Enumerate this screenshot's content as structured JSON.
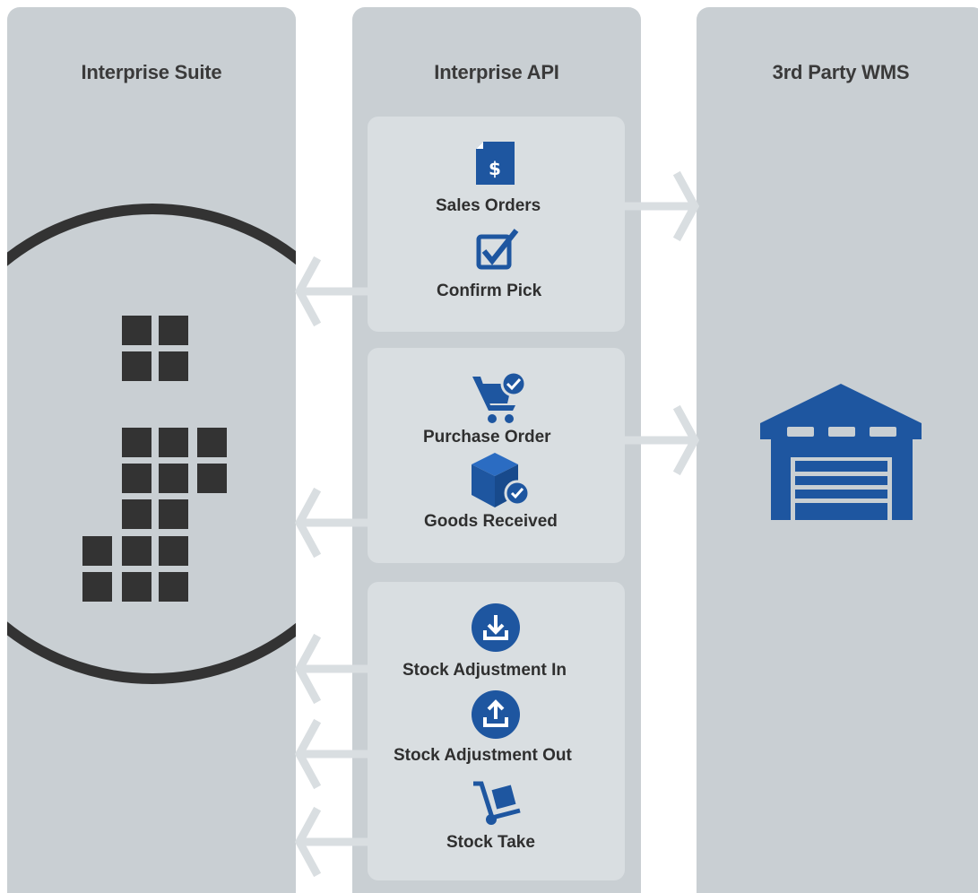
{
  "columns": {
    "suite": {
      "title": "Interprise Suite"
    },
    "api": {
      "title": "Interprise API"
    },
    "wms": {
      "title": "3rd Party WMS"
    }
  },
  "flows": {
    "sales_orders": {
      "label": "Sales Orders",
      "direction": "to-wms",
      "icon": "invoice-dollar-icon"
    },
    "confirm_pick": {
      "label": "Confirm Pick",
      "direction": "to-suite",
      "icon": "checkbox-check-icon"
    },
    "purchase_order": {
      "label": "Purchase Order",
      "direction": "to-wms",
      "icon": "cart-check-icon"
    },
    "goods_received": {
      "label": "Goods Received",
      "direction": "to-suite",
      "icon": "box-check-icon"
    },
    "stock_adj_in": {
      "label": "Stock Adjustment In",
      "direction": "to-suite",
      "icon": "download-circle-icon"
    },
    "stock_adj_out": {
      "label": "Stock Adjustment Out",
      "direction": "to-suite",
      "icon": "upload-circle-icon"
    },
    "stock_take": {
      "label": "Stock Take",
      "direction": "to-suite",
      "icon": "hand-truck-icon"
    }
  },
  "colors": {
    "column_bg": "#c9cfd3",
    "group_bg": "#d9dee1",
    "arrow": "#d9dee1",
    "icon_blue": "#1e56a0",
    "logo_dark": "#333333",
    "text": "#2f2f2f"
  },
  "icons": {
    "suite_logo": "interprise-logo",
    "warehouse": "warehouse-icon"
  }
}
